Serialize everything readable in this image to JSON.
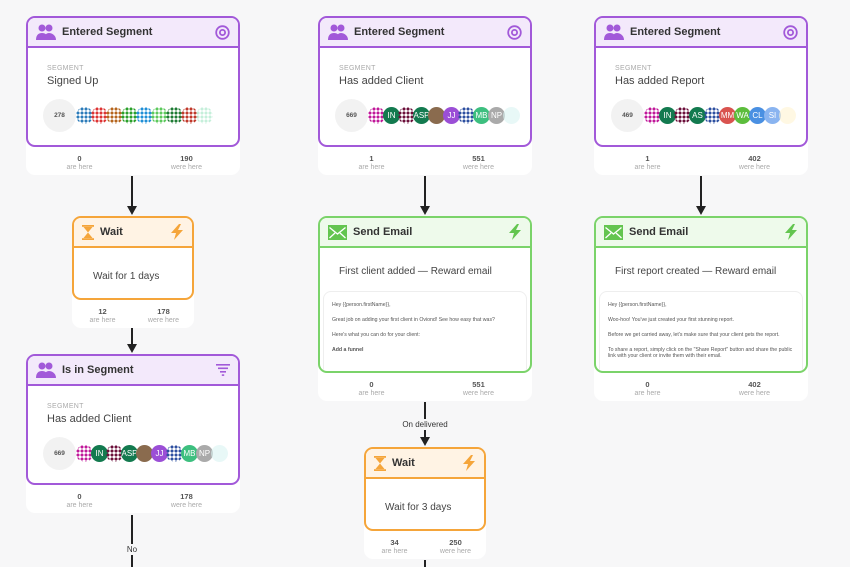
{
  "colors": {
    "segment": "#a259d9",
    "segment_bg": "#f3e9fb",
    "wait": "#f5a53a",
    "wait_bg": "#fff3e4",
    "email": "#7bd36a",
    "email_bg": "#eefaeb",
    "email_icon": "#63c54f"
  },
  "nodes": [
    {
      "id": "entered-segment-signed-up",
      "kind": "segment",
      "title": "Entered Segment",
      "icon": "users-icon",
      "action_icon": "target-icon",
      "segment_label": "SEGMENT",
      "segment": "Signed Up",
      "count": "278",
      "avatars": [
        {
          "c": "#2b7bb9",
          "p": true
        },
        {
          "c": "#d33",
          "p": true
        },
        {
          "c": "#b5651d",
          "p": true
        },
        {
          "c": "#2aa02a",
          "p": true
        },
        {
          "c": "#1f8fd6",
          "p": true
        },
        {
          "c": "#5cc95c",
          "p": true
        },
        {
          "c": "#1e7b34",
          "p": true
        },
        {
          "c": "#c0392b",
          "p": true
        },
        {
          "c": "#9fe6c3",
          "p": true
        }
      ],
      "are_here": "0",
      "were_here": "190",
      "are_label": "are here",
      "were_label": "were here"
    },
    {
      "id": "entered-segment-client",
      "kind": "segment",
      "title": "Entered Segment",
      "icon": "users-icon",
      "action_icon": "target-icon",
      "segment_label": "SEGMENT",
      "segment": "Has added Client",
      "count": "669",
      "avatars": [
        {
          "c": "#c01899",
          "p": true
        },
        {
          "c": "#137a4f",
          "t": "IN"
        },
        {
          "c": "#6b0f3a",
          "p": true
        },
        {
          "c": "#137a4f",
          "t": "ASP"
        },
        {
          "c": "#8a6b4e",
          "t": ""
        },
        {
          "c": "#9b4fd6",
          "t": "JJ"
        },
        {
          "c": "#2d4fa0",
          "p": true
        },
        {
          "c": "#3dbf7f",
          "t": "MB"
        },
        {
          "c": "#aaaaaa",
          "t": "NP"
        },
        {
          "c": "#d8f4f2",
          "t": ""
        }
      ],
      "are_here": "1",
      "were_here": "551",
      "are_label": "are here",
      "were_label": "were here"
    },
    {
      "id": "entered-segment-report",
      "kind": "segment",
      "title": "Entered Segment",
      "icon": "users-icon",
      "action_icon": "target-icon",
      "segment_label": "SEGMENT",
      "segment": "Has added Report",
      "count": "469",
      "avatars": [
        {
          "c": "#c01899",
          "p": true
        },
        {
          "c": "#137a4f",
          "t": "IN"
        },
        {
          "c": "#6b0f3a",
          "p": true
        },
        {
          "c": "#137a4f",
          "t": "AS"
        },
        {
          "c": "#2d4fa0",
          "p": true
        },
        {
          "c": "#d9534f",
          "t": "MM"
        },
        {
          "c": "#5cbd3c",
          "t": "WA"
        },
        {
          "c": "#4a90e2",
          "t": "CL"
        },
        {
          "c": "#8ab4f0",
          "t": "SI"
        },
        {
          "c": "#fff3d0",
          "t": ""
        }
      ],
      "are_here": "1",
      "were_here": "402",
      "are_label": "are here",
      "were_label": "were here"
    },
    {
      "id": "wait-1-day",
      "kind": "wait",
      "title": "Wait",
      "icon": "hourglass-icon",
      "action_icon": "lightning-icon",
      "text": "Wait for 1 days",
      "are_here": "12",
      "were_here": "178",
      "are_label": "are here",
      "were_label": "were here"
    },
    {
      "id": "send-email-client",
      "kind": "email",
      "title": "Send Email",
      "icon": "envelope-icon",
      "action_icon": "lightning-icon",
      "subject": "First client added — Reward email",
      "preview": [
        {
          "t": "Hey {{person.firstName}},"
        },
        {
          "t": "Great job on adding your first client in Oviond! See how easy that was?"
        },
        {
          "t": "Here's what you can do for your client:"
        },
        {
          "t": "Add a funnel",
          "b": true
        }
      ],
      "are_here": "0",
      "were_here": "551",
      "are_label": "are here",
      "were_label": "were here"
    },
    {
      "id": "send-email-report",
      "kind": "email",
      "title": "Send Email",
      "icon": "envelope-icon",
      "action_icon": "lightning-icon",
      "subject": "First report created — Reward email",
      "preview": [
        {
          "t": "Hey {{person.firstName}},"
        },
        {
          "t": "Woo-hoo! You've just created your first stunning report."
        },
        {
          "t": "Before we get carried away, let's make sure that your client gets the report."
        },
        {
          "t": "To share a report, simply click on the \"Share Report\" button and share the public link with your client or invite them with their email."
        }
      ],
      "are_here": "0",
      "were_here": "402",
      "are_label": "are here",
      "were_label": "were here"
    },
    {
      "id": "is-in-segment-client",
      "kind": "segment",
      "title": "Is in Segment",
      "icon": "users-icon",
      "action_icon": "filter-icon",
      "segment_label": "SEGMENT",
      "segment": "Has added Client",
      "count": "669",
      "avatars": [
        {
          "c": "#c01899",
          "p": true
        },
        {
          "c": "#137a4f",
          "t": "IN"
        },
        {
          "c": "#6b0f3a",
          "p": true
        },
        {
          "c": "#137a4f",
          "t": "ASP"
        },
        {
          "c": "#8a6b4e",
          "t": ""
        },
        {
          "c": "#9b4fd6",
          "t": "JJ"
        },
        {
          "c": "#2d4fa0",
          "p": true
        },
        {
          "c": "#3dbf7f",
          "t": "MB"
        },
        {
          "c": "#aaaaaa",
          "t": "NP"
        },
        {
          "c": "#d8f4f2",
          "t": ""
        }
      ],
      "are_here": "0",
      "were_here": "178",
      "are_label": "are here",
      "were_label": "were here"
    },
    {
      "id": "wait-3-days",
      "kind": "wait",
      "title": "Wait",
      "icon": "hourglass-icon",
      "action_icon": "lightning-icon",
      "text": "Wait for 3 days",
      "are_here": "34",
      "were_here": "250",
      "are_label": "are here",
      "were_label": "were here"
    }
  ],
  "edge_labels": {
    "no": "No",
    "on_delivered": "On delivered"
  }
}
